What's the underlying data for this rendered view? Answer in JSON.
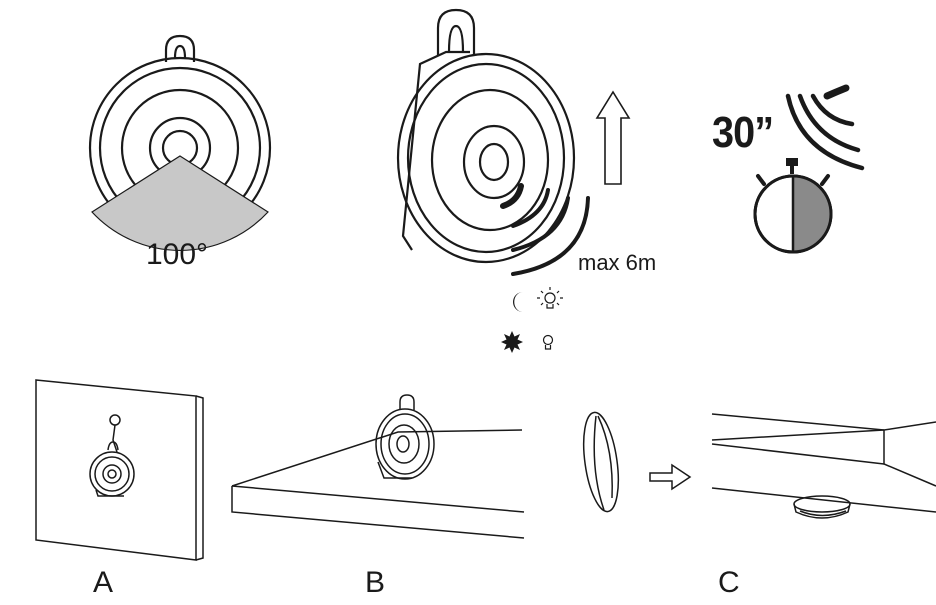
{
  "panels": {
    "detection_angle": {
      "label": "100°"
    },
    "range": {
      "label": "max 6m"
    },
    "timer": {
      "label": "30”"
    }
  },
  "mounting": {
    "options": [
      {
        "letter": "A"
      },
      {
        "letter": "B"
      },
      {
        "letter": "C"
      }
    ]
  },
  "light_modes": [
    {
      "condition": "moon-icon",
      "result": "bulb-on-icon"
    },
    {
      "condition": "sun-icon",
      "result": "bulb-off-icon"
    }
  ],
  "colors": {
    "line": "#1a1a1a",
    "cone": "#c8c8c8",
    "timer_fill": "#8a8a8a"
  }
}
